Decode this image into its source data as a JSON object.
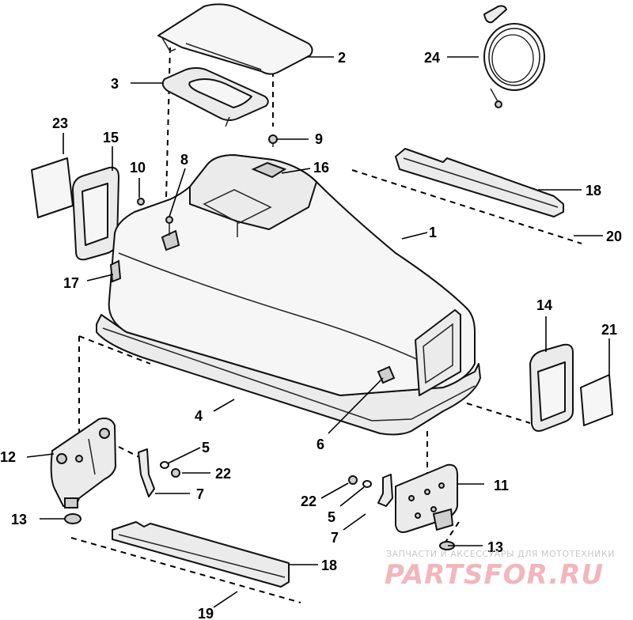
{
  "callouts": {
    "c1": "1",
    "c2": "2",
    "c3": "3",
    "c4": "4",
    "c5a": "5",
    "c5b": "5",
    "c6": "6",
    "c7a": "7",
    "c7b": "7",
    "c8": "8",
    "c9": "9",
    "c10": "10",
    "c11": "11",
    "c12": "12",
    "c13a": "13",
    "c13b": "13",
    "c14": "14",
    "c15": "15",
    "c16": "16",
    "c17": "17",
    "c18a": "18",
    "c18b": "18",
    "c19": "19",
    "c20": "20",
    "c21": "21",
    "c22a": "22",
    "c22b": "22",
    "c23": "23",
    "c24": "24"
  },
  "watermark": {
    "tagline": "ЗАПЧАСТИ И АКСЕССУАРЫ ДЛЯ МОТОТЕХНИКИ",
    "brand": "PARTSFOR.RU",
    "brand_color": "#f2b6bd"
  }
}
